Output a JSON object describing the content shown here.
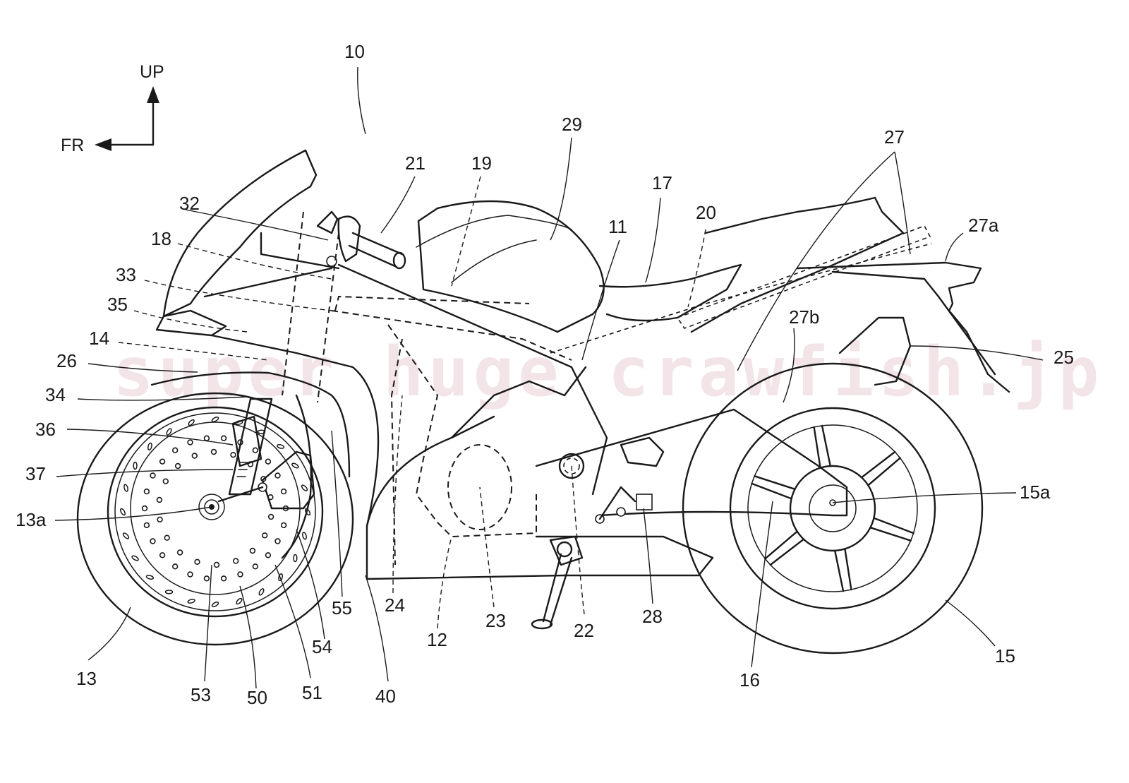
{
  "figure": {
    "type": "patent side-view drawing",
    "subject": "motorcycle",
    "overall_reference": "10"
  },
  "orientation": {
    "up_label": "UP",
    "front_label": "FR"
  },
  "watermark": {
    "text": "super huge crawfish.jp",
    "color": "#c98a95"
  },
  "line_color": "#1a1a1a",
  "labels": {
    "r10": "10",
    "r11": "11",
    "r12": "12",
    "r13": "13",
    "r13a": "13a",
    "r14": "14",
    "r15": "15",
    "r15a": "15a",
    "r16": "16",
    "r17": "17",
    "r18": "18",
    "r19": "19",
    "r20": "20",
    "r21": "21",
    "r22": "22",
    "r23": "23",
    "r24": "24",
    "r25": "25",
    "r26": "26",
    "r27": "27",
    "r27a": "27a",
    "r27b": "27b",
    "r28": "28",
    "r29": "29",
    "r32": "32",
    "r33": "33",
    "r34": "34",
    "r35": "35",
    "r36": "36",
    "r37": "37",
    "r40": "40",
    "r50": "50",
    "r51": "51",
    "r53": "53",
    "r54": "54",
    "r55": "55"
  }
}
